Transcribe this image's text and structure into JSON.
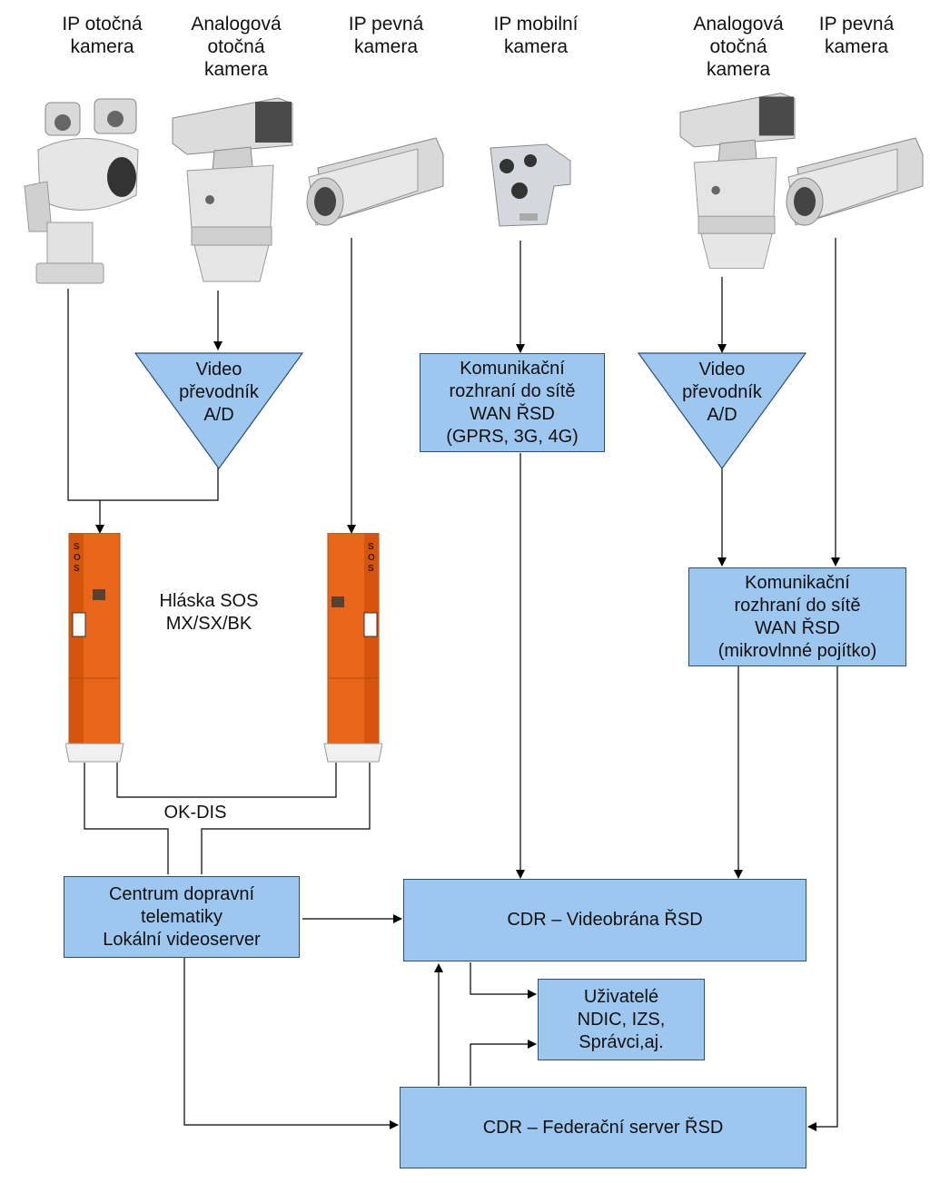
{
  "cameras": [
    {
      "label": "IP otočná\nkamera",
      "icon": "ip-ptz-camera-icon"
    },
    {
      "label": "Analogová\notočná\nkamera",
      "icon": "analog-ptz-camera-icon"
    },
    {
      "label": "IP pevná\nkamera",
      "icon": "ip-fixed-camera-icon"
    },
    {
      "label": "IP mobilní\nkamera",
      "icon": "ip-mobile-camera-icon"
    },
    {
      "label": "Analogová\notočná\nkamera",
      "icon": "analog-ptz-camera-icon"
    },
    {
      "label": "IP pevná\nkamera",
      "icon": "ip-fixed-camera-icon"
    }
  ],
  "converter_left": "Video\npřevodník\nA/D",
  "converter_right": "Video\npřevodník\nA/D",
  "comm_mobile": "Komunikační\nrozhraní do sítě\nWAN ŘSD\n(GPRS, 3G, 4G)",
  "comm_microwave": "Komunikační\nrozhraní do sítě\nWAN ŘSD\n(mikrovlnné pojítko)",
  "sos_label": "Hláska SOS\nMX/SX/BK",
  "sos_marks": {
    "top": "SOS",
    "phone": "SOS"
  },
  "okdis_label": "OK-DIS",
  "center": "Centrum dopravní\ntelematiky\nLokální videoserver",
  "gateway": "CDR – Videobrána ŘSD",
  "users": "Uživatelé\nNDIC, IZS,\nSprávci,aj.",
  "federation": "CDR – Federační server ŘSD",
  "colors": {
    "box_fill": "#9ec7f0",
    "box_border": "#2e4f74",
    "sos_orange": "#e8661a",
    "line": "#000000"
  }
}
